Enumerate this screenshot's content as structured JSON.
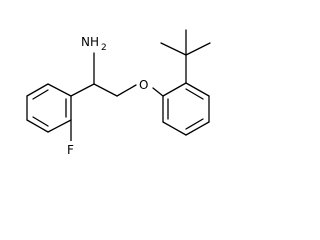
{
  "molecule": {
    "atoms": {
      "amine": {
        "symbol": "NH",
        "subscript": "2"
      },
      "ether_oxygen": {
        "symbol": "O"
      },
      "fluorine": {
        "symbol": "F"
      }
    }
  }
}
